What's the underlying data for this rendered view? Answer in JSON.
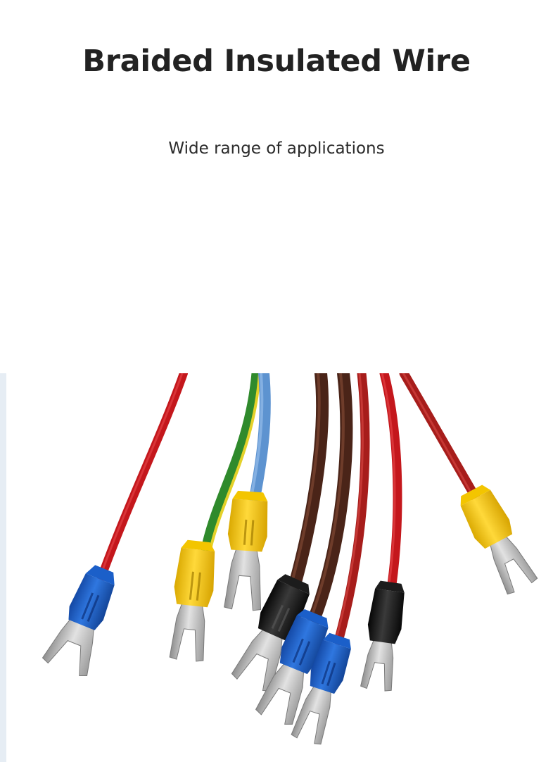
{
  "hero": {
    "title": "Braided Insulated Wire",
    "subtitle": "Wide range of applications"
  },
  "image": {
    "subject": "insulated-wires-with-fork-terminals",
    "colors": {
      "red_wire": "#c4171c",
      "dark_red_wire": "#a71d1b",
      "brown_wire": "#4a2418",
      "blue_wire": "#5d93d0",
      "green_wire": "#2f8a2c",
      "yellow_insulator": "#f3c500",
      "blue_insulator": "#1b5fc9",
      "black_insulator": "#151515",
      "metal": "#b7b7b7",
      "rail": "#e6edf4"
    }
  }
}
